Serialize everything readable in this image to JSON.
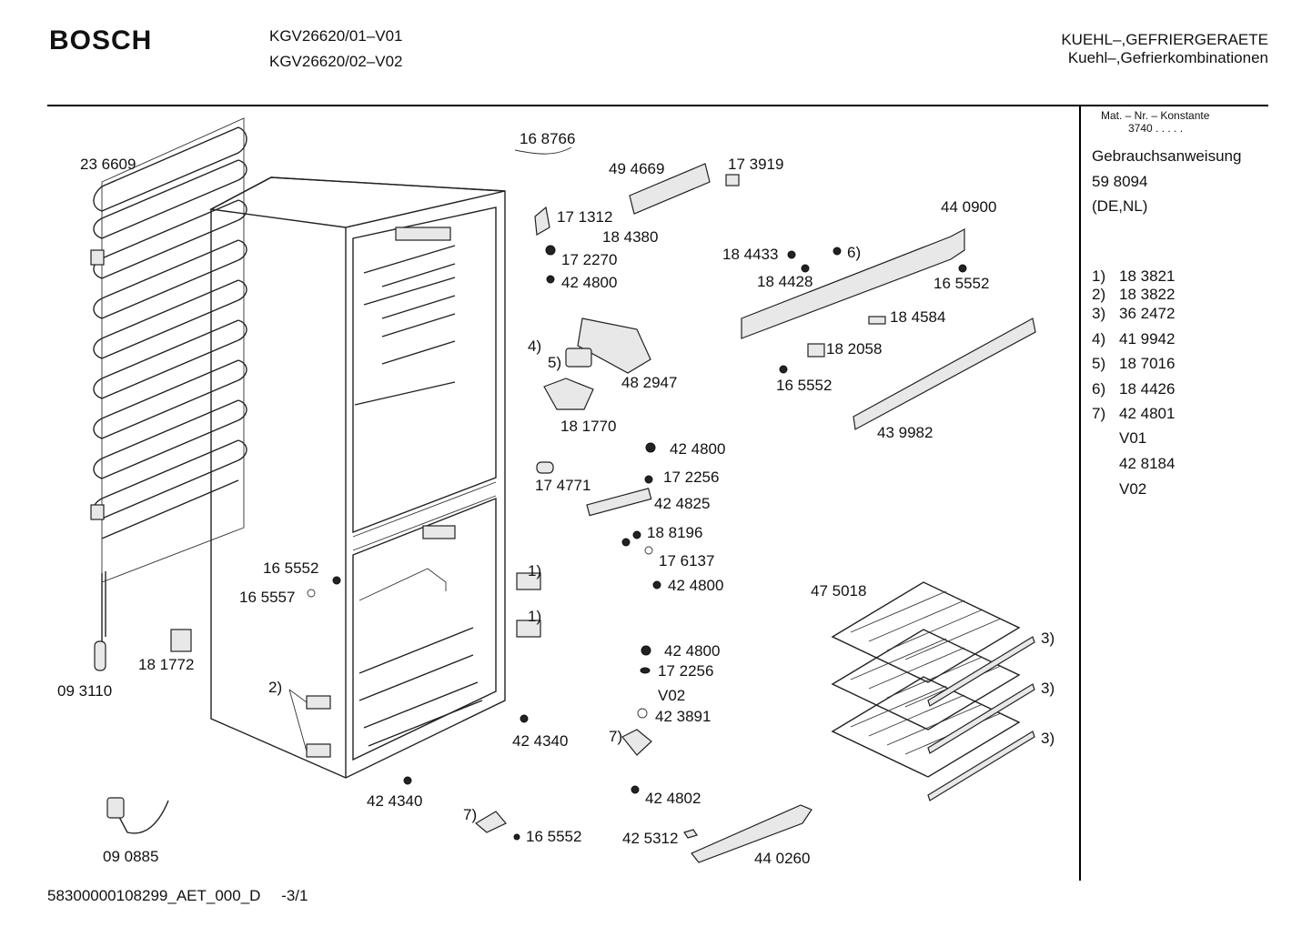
{
  "header": {
    "brand": "BOSCH",
    "models": [
      "KGV26620/01–V01",
      "KGV26620/02–V02"
    ],
    "category": "KUEHL–,GEFRIERGERAETE",
    "subcategory": "Kuehl–,Gefrierkombinationen"
  },
  "side_panel": {
    "mat_nr_label": "Mat. – Nr. – Konstante",
    "mat_nr_value": "3740 . . . . .",
    "manual_label": "Gebrauchsanweisung",
    "manual_number": "59 8094",
    "manual_lang": "(DE,NL)",
    "notes": [
      {
        "key": "1)",
        "value": "18 3821"
      },
      {
        "key": "2)",
        "value": "18 3822"
      },
      {
        "key": "3)",
        "value": "36 2472"
      },
      {
        "key": "4)",
        "value": "41 9942"
      },
      {
        "key": "5)",
        "value": "18 7016"
      },
      {
        "key": "6)",
        "value": "18 4426"
      },
      {
        "key": "7)",
        "value": "42 4801"
      }
    ],
    "variant_a": "V01",
    "variant_a_part": "42 8184",
    "variant_b": "V02"
  },
  "labels": {
    "l236609": "23 6609",
    "l168766": "16 8766",
    "l494669": "49 4669",
    "l173919": "17 3919",
    "l171312": "17 1312",
    "l184380": "18 4380",
    "l440900": "44 0900",
    "l172270": "17 2270",
    "l424800a": "42 4800",
    "l184433": "18 4433",
    "n6": "6)",
    "l184428": "18 4428",
    "l165552a": "16 5552",
    "l184584": "18 4584",
    "n4": "4)",
    "n5": "5)",
    "l482947": "48 2947",
    "l182058": "18 2058",
    "l165552b": "16 5552",
    "l181770": "18 1770",
    "l439982": "43 9982",
    "l424800b": "42 4800",
    "l172256a": "17 2256",
    "l174771": "17 4771",
    "l424825": "42 4825",
    "l188196": "18 8196",
    "l176137": "17 6137",
    "l165552c": "16 5552",
    "l165557": "16 5557",
    "n1a": "1)",
    "l424800c": "42 4800",
    "l475018": "47 5018",
    "n1b": "1)",
    "n3a": "3)",
    "l181772": "18 1772",
    "l424800d": "42 4800",
    "l172256b": "17 2256",
    "l093110": "09 3110",
    "n2": "2)",
    "v02": "V02",
    "n3b": "3)",
    "l423891": "42 3891",
    "l424340a": "42 4340",
    "n7a": "7)",
    "n3c": "3)",
    "l424340b": "42 4340",
    "l424802": "42 4802",
    "n7b": "7)",
    "l165552d": "16 5552",
    "l425312": "42 5312",
    "l090885": "09 0885",
    "l440260": "44 0260"
  },
  "footer": {
    "doc_id": "58300000108299_AET_000_D",
    "page": "-3/1"
  }
}
